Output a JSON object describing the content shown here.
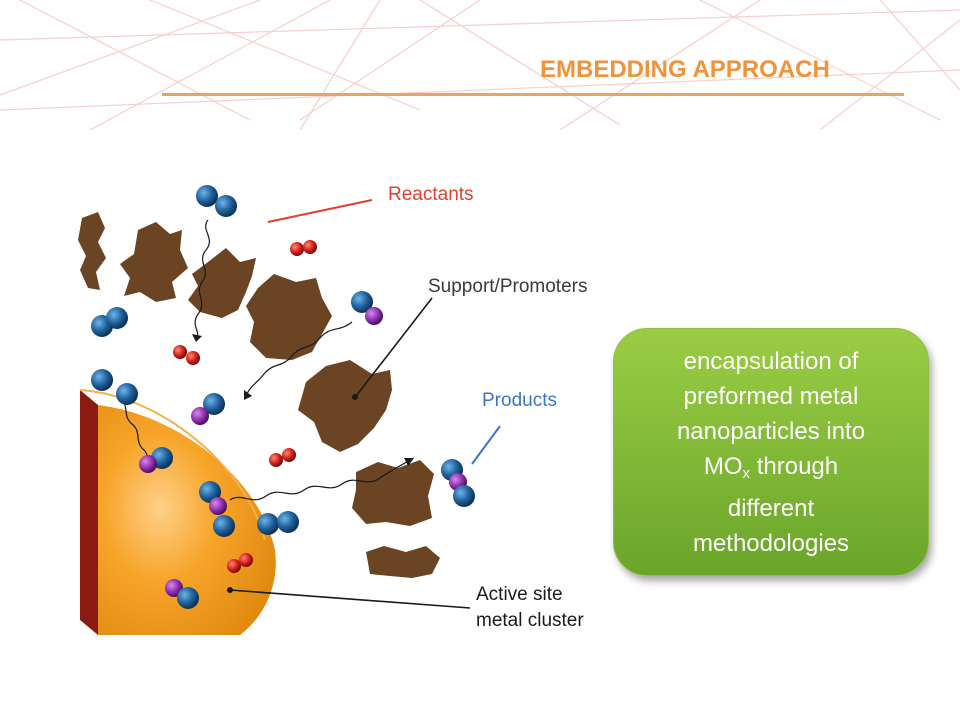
{
  "header": {
    "title": "EMBEDDING APPROACH"
  },
  "diagram": {
    "labels": {
      "reactants": "Reactants",
      "support": "Support/Promoters",
      "products": "Products",
      "active_site_line1": "Active site",
      "active_site_line2": "metal cluster"
    },
    "colors": {
      "reactants": "#e0402c",
      "products": "#3b77c4",
      "support": "#6b4423",
      "cluster": "#f4a324",
      "cluster_side": "#8b1a10"
    }
  },
  "callout": {
    "line1": "encapsulation of",
    "line2": "preformed metal",
    "line3": "nanoparticles into",
    "line4_main": "MO",
    "line4_sub": "x",
    "line4_rest": " through",
    "line5": "different",
    "line6": "methodologies",
    "color": "#7cb63a"
  }
}
